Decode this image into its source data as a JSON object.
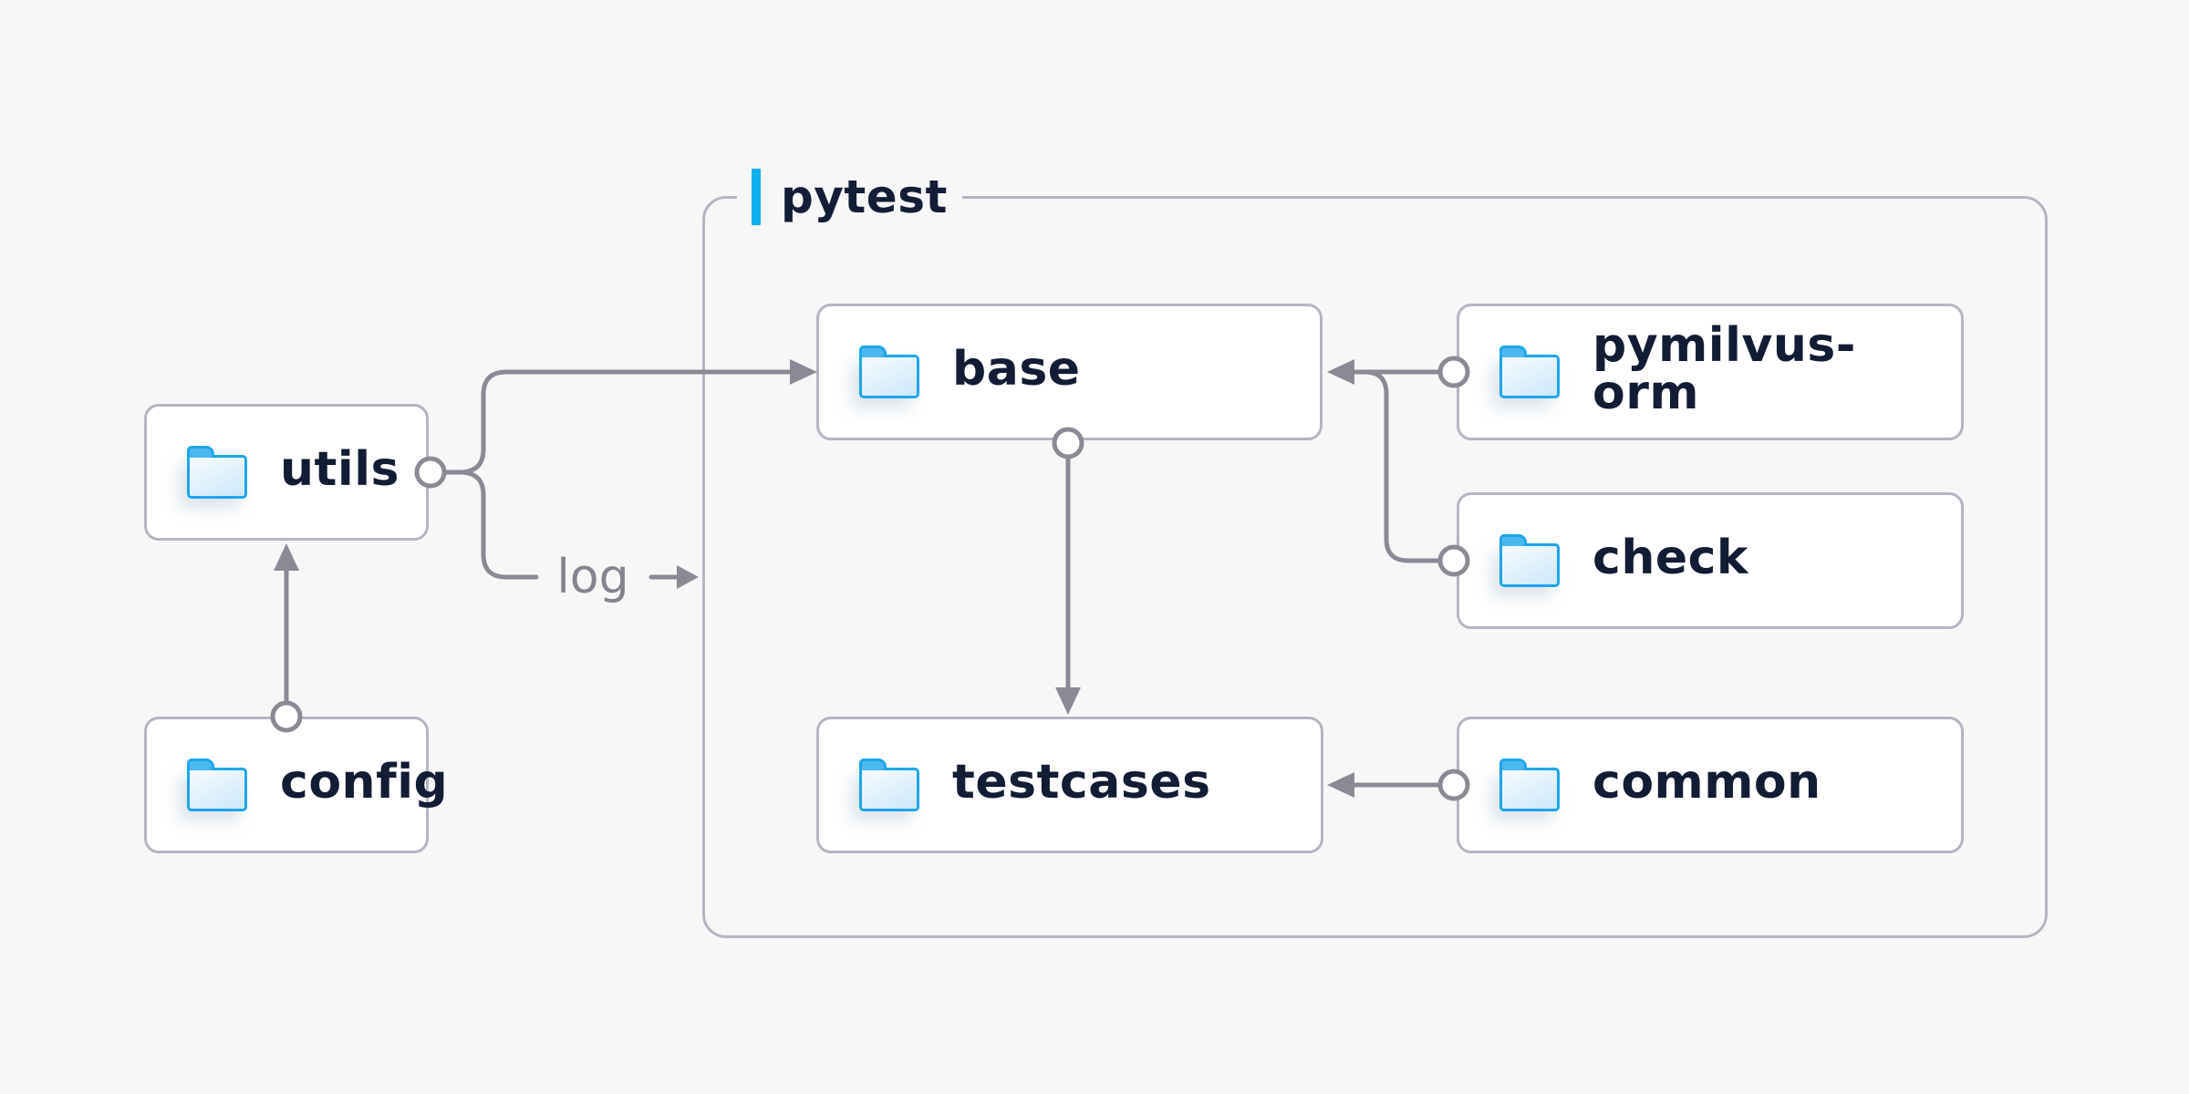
{
  "diagram": {
    "background_color": "#f7f7f8",
    "container": {
      "label": "pytest",
      "accent_color": "#0fb0ee",
      "border_color": "#b5b5c1"
    },
    "nodes": {
      "utils": {
        "label": "utils",
        "icon": "folder-icon",
        "inside_pytest": false
      },
      "config": {
        "label": "config",
        "icon": "folder-icon",
        "inside_pytest": false
      },
      "base": {
        "label": "base",
        "icon": "folder-icon",
        "inside_pytest": true
      },
      "pymilvus_orm": {
        "label": "pymilvus-orm",
        "icon": "folder-icon",
        "inside_pytest": true
      },
      "check": {
        "label": "check",
        "icon": "folder-icon",
        "inside_pytest": true
      },
      "testcases": {
        "label": "testcases",
        "icon": "folder-icon",
        "inside_pytest": true
      },
      "common": {
        "label": "common",
        "icon": "folder-icon",
        "inside_pytest": true
      }
    },
    "edges": [
      {
        "from": "config",
        "to": "utils",
        "style": "circle-source arrow-target"
      },
      {
        "from": "utils",
        "to": "base",
        "style": "circle-source arrow-target"
      },
      {
        "from": "utils",
        "to": "log",
        "style": "circle-source arrow-annotation"
      },
      {
        "from": "pymilvus-orm",
        "to": "base",
        "style": "circle-source arrow-target"
      },
      {
        "from": "check",
        "to": "base",
        "style": "circle-source merges-into-pymilvus-orm-edge"
      },
      {
        "from": "base",
        "to": "testcases",
        "style": "circle-source arrow-target"
      },
      {
        "from": "common",
        "to": "testcases",
        "style": "circle-source arrow-target"
      }
    ],
    "annotation": {
      "log_label": "log"
    },
    "colors": {
      "connector": "#8a8a95",
      "node_border": "#b5b5c1",
      "node_background": "#ffffff",
      "label_text": "#121c33",
      "log_text": "#84848e",
      "folder_border": "#1ea6e9",
      "folder_fill": "#d9edf9",
      "folder_tab": "#4cb8f0"
    }
  }
}
